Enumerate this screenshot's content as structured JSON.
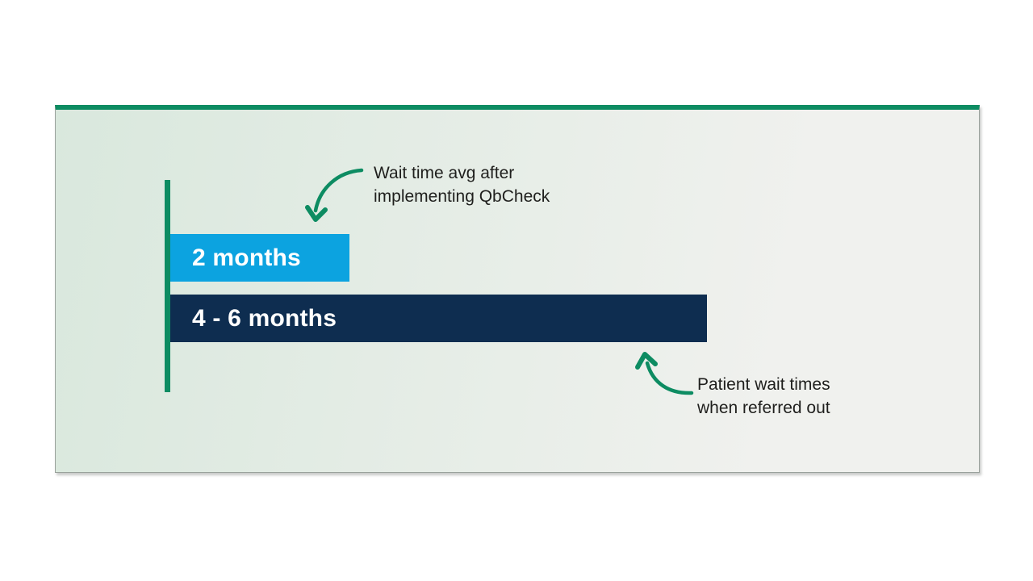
{
  "page": {
    "background": "#ffffff"
  },
  "card": {
    "top_accent_color": "#0d8c62",
    "border_color": "#9aa29c",
    "background_left": "#d9e8dd",
    "background_right": "#f0f1ee"
  },
  "colors": {
    "green": "#0d8c62",
    "blue": "#0ca3e0",
    "navy": "#0e2d50",
    "text": "#1f1f1d",
    "bar_text": "#ffffff"
  },
  "chart_data": {
    "type": "bar",
    "orientation": "horizontal",
    "title": "",
    "unit": "months",
    "grid": false,
    "legend": null,
    "axis": {
      "style": "left-vertical-baseline",
      "color": "#0d8c62"
    },
    "pixels_per_month": 110.8,
    "categories": [
      "Wait time avg after implementing QbCheck",
      "Patient wait times when referred out"
    ],
    "bars": [
      {
        "label": "2 months",
        "min_months": 2,
        "max_months": 2,
        "color": "#0ca3e0",
        "annotation": "Wait time avg after implementing QbCheck"
      },
      {
        "label": "4 - 6 months",
        "min_months": 4,
        "max_months": 6,
        "color": "#0e2d50",
        "annotation": "Patient wait times when referred out"
      }
    ]
  },
  "annotations": {
    "qbcheck": {
      "line1": "Wait time avg after",
      "line2": "implementing QbCheck"
    },
    "referred": {
      "line1": "Patient wait times",
      "line2": "when referred out"
    }
  }
}
